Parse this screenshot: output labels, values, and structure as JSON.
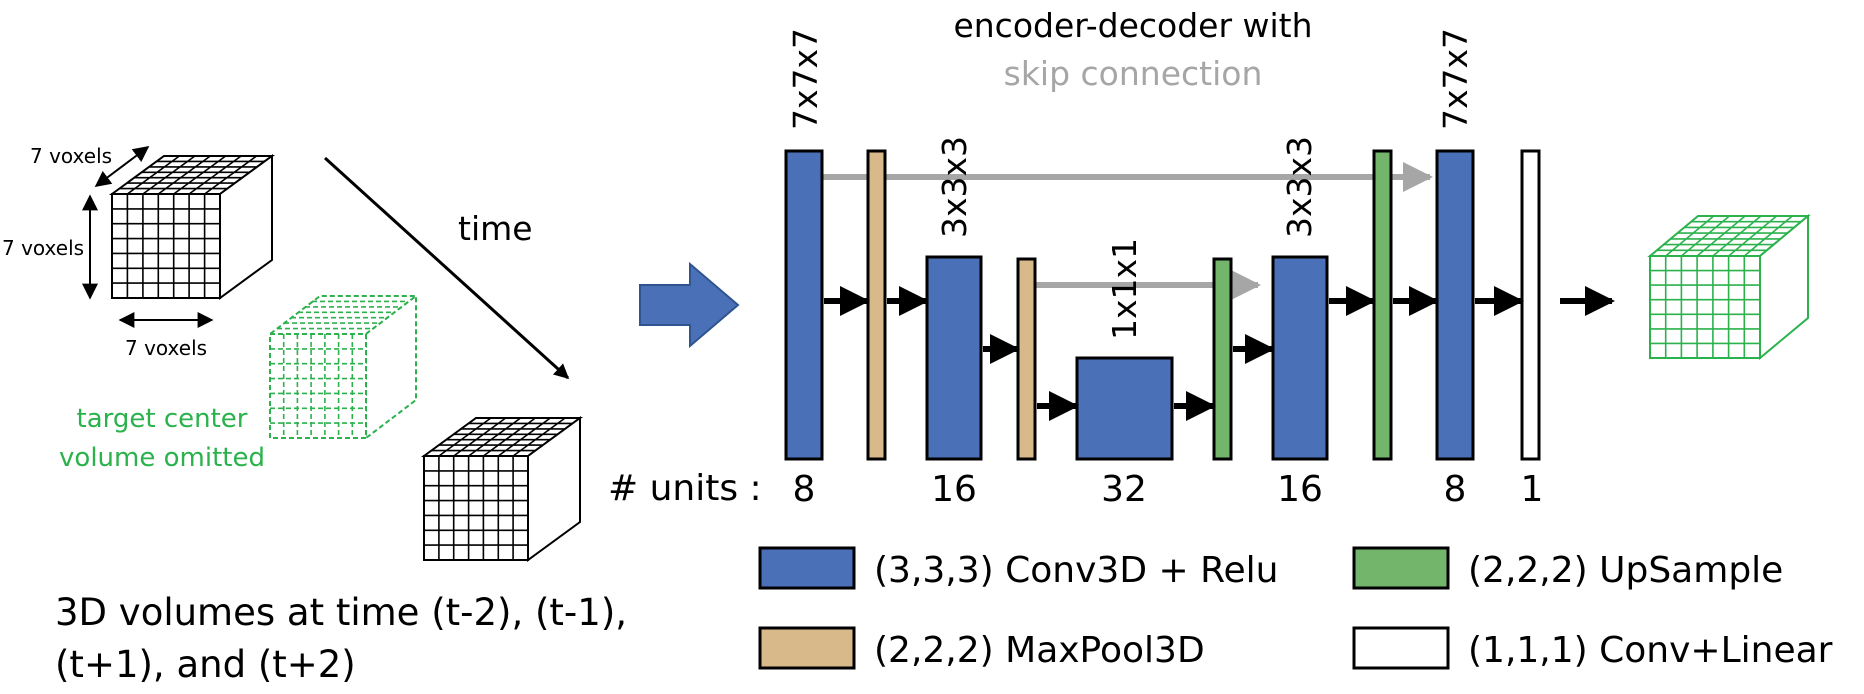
{
  "left_panel": {
    "voxel_depth_label": "7 voxels",
    "voxel_height_label": "7 voxels",
    "voxel_width_label": "7 voxels",
    "time_label": "time",
    "omitted_label_line1": "target center",
    "omitted_label_line2": "volume omitted",
    "caption_line1": "3D volumes at time (t-2), (t-1),",
    "caption_line2": "(t+1), and (t+2)"
  },
  "network": {
    "title_line1": "encoder-decoder with",
    "title_line2": "skip connection",
    "units_label": "# units :",
    "kernel_labels": [
      "7x7x7",
      "3x3x3",
      "1x1x1",
      "3x3x3",
      "7x7x7"
    ],
    "unit_counts": [
      "8",
      "16",
      "32",
      "16",
      "8",
      "1"
    ]
  },
  "legend": {
    "items": [
      {
        "label": "(3,3,3) Conv3D + Relu",
        "color": "#4a70b8"
      },
      {
        "label": "(2,2,2) UpSample",
        "color": "#72b56b"
      },
      {
        "label": "(2,2,2) MaxPool3D",
        "color": "#d8b98a"
      },
      {
        "label": "(1,1,1) Conv+Linear",
        "color": "#ffffff"
      }
    ]
  },
  "colors": {
    "conv": "#4a70b8",
    "pool": "#d8b98a",
    "upsample": "#72b56b",
    "linear": "#ffffff",
    "target": "#2bb24c",
    "skip": "#a6a6a6",
    "big_arrow": "#4a70b8"
  }
}
